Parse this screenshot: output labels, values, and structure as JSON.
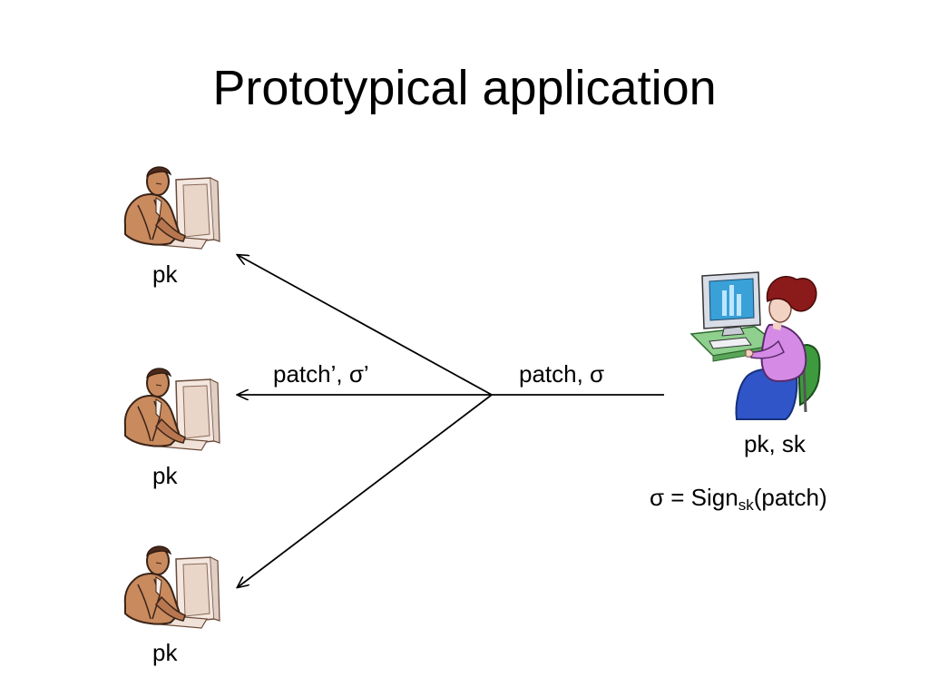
{
  "slide": {
    "title": "Prototypical application"
  },
  "receivers": [
    {
      "label": "pk"
    },
    {
      "label": "pk"
    },
    {
      "label": "pk"
    }
  ],
  "edges": {
    "outgoing_label": "patch’, σ’",
    "incoming_label": "patch, σ"
  },
  "signer": {
    "keys_label": "pk, sk",
    "formula": {
      "lhs": "σ = Sign",
      "subscript": "sk",
      "rhs": "(patch)"
    }
  },
  "icons": {
    "receiver": "man-at-computer-icon",
    "signer": "woman-at-computer-icon"
  },
  "colors": {
    "arrow": "#000000",
    "skin_male": "#c98a5e",
    "sweater_female": "#d58be6",
    "hair_female": "#8b1a1a",
    "chair_female": "#3d9a3d",
    "pants_female": "#2f55c8",
    "monitor_screen": "#3aa0d8"
  }
}
